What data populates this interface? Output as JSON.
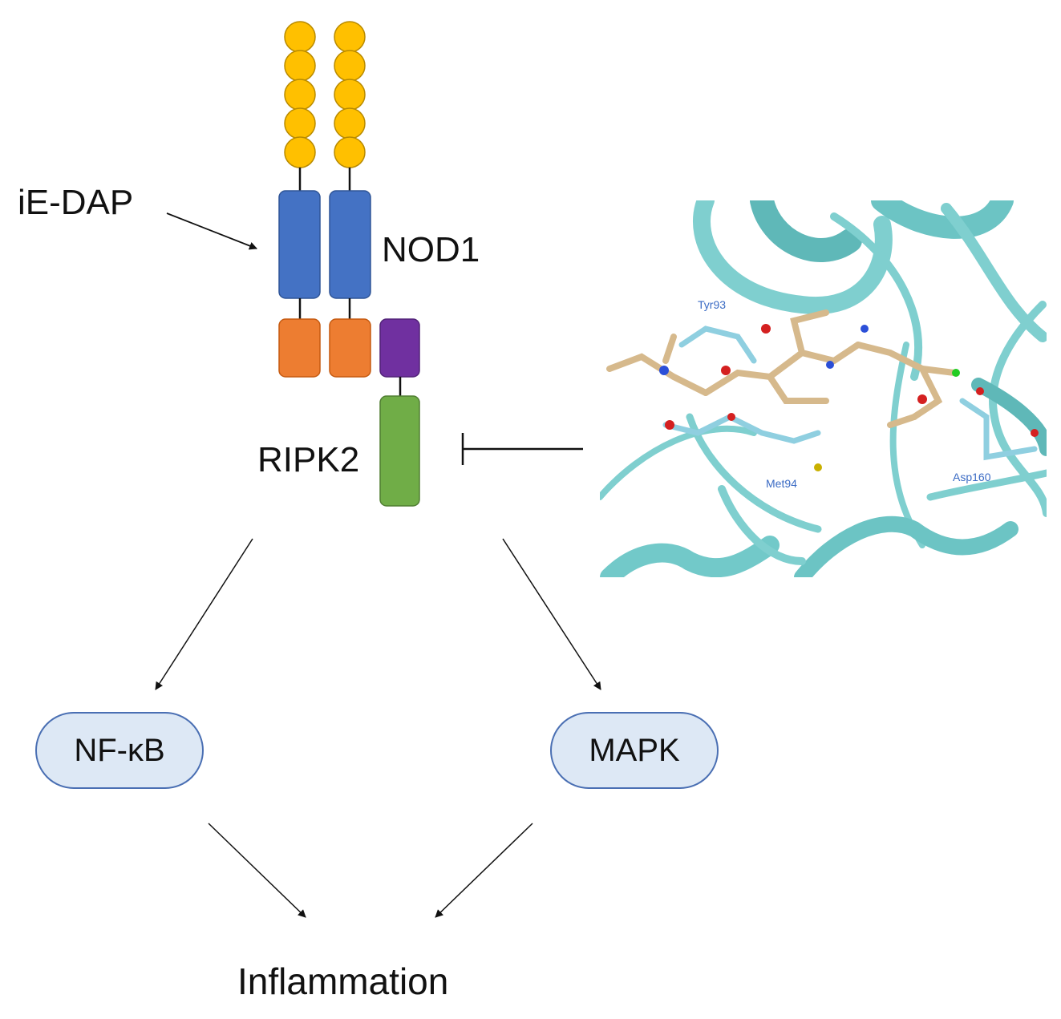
{
  "diagram": {
    "ligand_label": "iE-DAP",
    "receptor_label": "NOD1",
    "kinase_label": "RIPK2",
    "nfkb_label": "NF-κB",
    "mapk_label": "MAPK",
    "output_label": "Inflammation"
  },
  "structure_panel": {
    "residues": [
      "Tyr93",
      "Met94",
      "Asp160"
    ]
  },
  "colors": {
    "lrr_domain": "#ffc000",
    "nbd_domain": "#4472c4",
    "card_domain": "#ed7d31",
    "ripk2_card": "#7030a0",
    "ripk2_kinase": "#70ad47",
    "protein_ribbon": "#8fd8d8",
    "pill_fill": "#dde8f5",
    "pill_border": "#4a6fb3"
  }
}
